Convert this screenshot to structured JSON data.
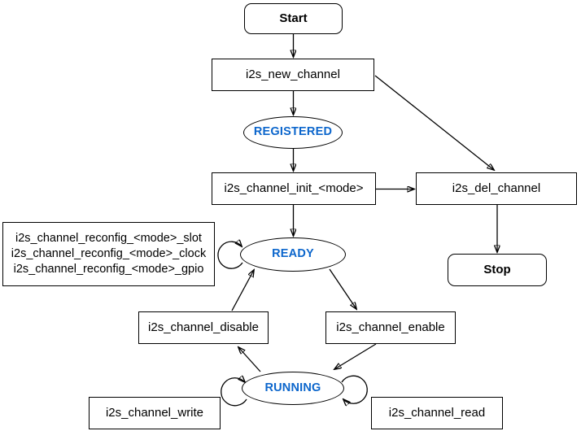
{
  "colors": {
    "background": "#FFFFFF",
    "line": "#000000",
    "node_border": "#000000",
    "node_text": "#000000",
    "state_text": "#0C66CC"
  },
  "nodes": {
    "start": {
      "label": "Start"
    },
    "new_channel": {
      "label": "i2s_new_channel"
    },
    "init": {
      "label": "i2s_channel_init_<mode>"
    },
    "del_channel": {
      "label": "i2s_del_channel"
    },
    "stop": {
      "label": "Stop"
    },
    "reconfig": {
      "lines": [
        "i2s_channel_reconfig_<mode>_slot",
        "i2s_channel_reconfig_<mode>_clock",
        "i2s_channel_reconfig_<mode>_gpio"
      ]
    },
    "disable": {
      "label": "i2s_channel_disable"
    },
    "enable": {
      "label": "i2s_channel_enable"
    },
    "write": {
      "label": "i2s_channel_write"
    },
    "read": {
      "label": "i2s_channel_read"
    }
  },
  "states": {
    "registered": {
      "label": "REGISTERED"
    },
    "ready": {
      "label": "READY"
    },
    "running": {
      "label": "RUNNING"
    }
  },
  "edges": [
    {
      "from": "Start",
      "to": "i2s_new_channel"
    },
    {
      "from": "i2s_new_channel",
      "to": "REGISTERED"
    },
    {
      "from": "i2s_new_channel",
      "to": "i2s_del_channel"
    },
    {
      "from": "REGISTERED",
      "to": "i2s_channel_init_<mode>"
    },
    {
      "from": "i2s_channel_init_<mode>",
      "to": "READY"
    },
    {
      "from": "i2s_channel_init_<mode>",
      "to": "i2s_del_channel"
    },
    {
      "from": "i2s_del_channel",
      "to": "Stop"
    },
    {
      "from": "i2s_channel_disable",
      "to": "READY"
    },
    {
      "from": "READY",
      "to": "i2s_channel_enable"
    },
    {
      "from": "i2s_channel_enable",
      "to": "RUNNING"
    },
    {
      "from": "RUNNING",
      "to": "i2s_channel_disable"
    },
    {
      "from": "READY",
      "to": "READY",
      "note": "self-loop (reconfig functions)"
    },
    {
      "from": "RUNNING",
      "to": "RUNNING",
      "note": "self-loop left (write)"
    },
    {
      "from": "RUNNING",
      "to": "RUNNING",
      "note": "self-loop right (read)"
    }
  ]
}
